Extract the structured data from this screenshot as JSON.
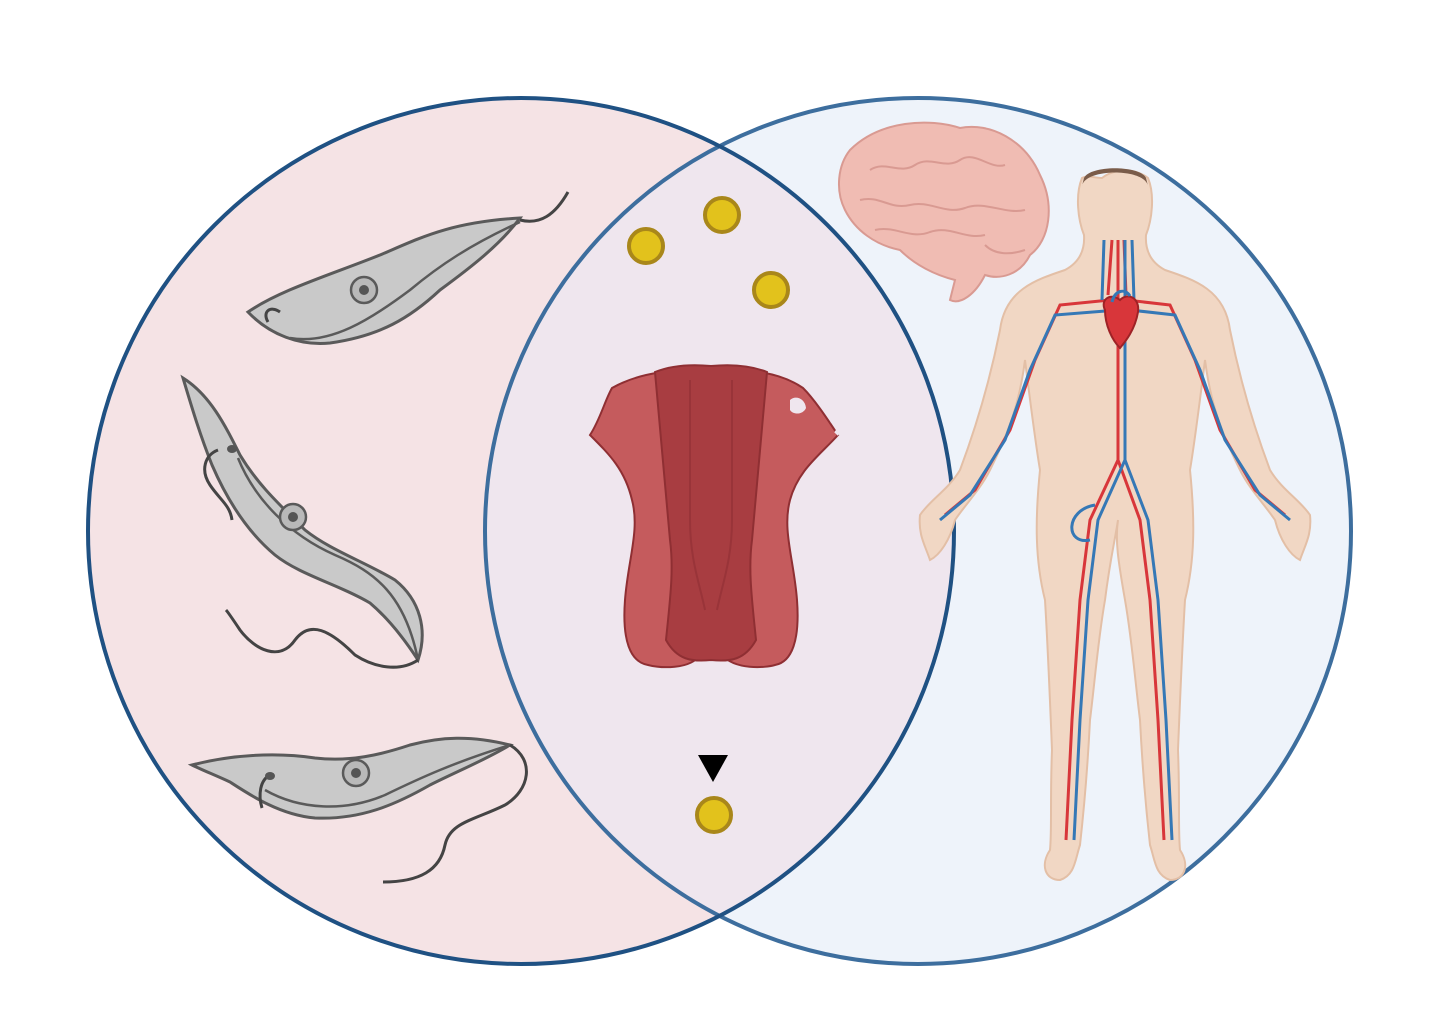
{
  "diagram": {
    "type": "venn-illustration",
    "sets": [
      {
        "id": "parasite",
        "icon": "trypanosome-icon",
        "count": 3
      },
      {
        "id": "human-host",
        "icons": [
          "brain-icon",
          "human-circulatory-system-icon"
        ]
      }
    ],
    "intersection": {
      "icon": "membrane-transporter-icon",
      "molecules_above": 3,
      "molecules_below": 1,
      "arrow_direction": "down"
    },
    "colors": {
      "left_fill": "#f5e3e5",
      "right_fill": "#eef3fa",
      "overlap_fill": "#efe6ee",
      "left_stroke": "#1f5183",
      "right_stroke": "#3d6e9e",
      "transporter_light": "#c55b5d",
      "transporter_dark": "#a83d41",
      "molecule": "#e2c21c",
      "molecule_stroke": "#a9871a",
      "parasite_body": "#c9c9c9",
      "artery": "#d8363a",
      "vein": "#3578b6",
      "skin": "#f1d7c4",
      "brain": "#f0bcb3"
    }
  }
}
